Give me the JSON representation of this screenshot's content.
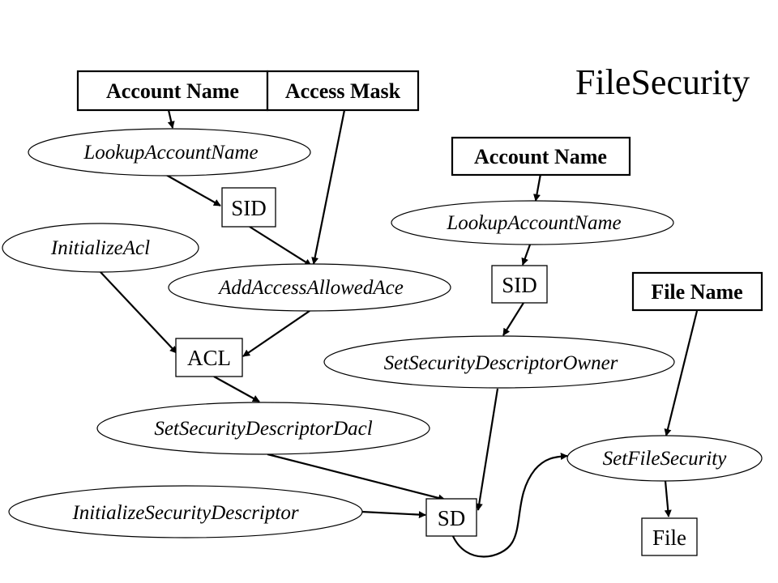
{
  "title": "FileSecurity",
  "inputs": {
    "account_name_1": "Account Name",
    "access_mask": "Access Mask",
    "account_name_2": "Account Name",
    "file_name": "File Name"
  },
  "functions": {
    "lookup_account_name_1": "LookupAccountName",
    "initialize_acl": "InitializeAcl",
    "add_access_allowed_ace": "AddAccessAllowedAce",
    "set_sd_dacl": "SetSecurityDescriptorDacl",
    "initialize_sd": "InitializeSecurityDescriptor",
    "lookup_account_name_2": "LookupAccountName",
    "set_sd_owner": "SetSecurityDescriptorOwner",
    "set_file_security": "SetFileSecurity"
  },
  "values": {
    "sid_1": "SID",
    "acl": "ACL",
    "sd": "SD",
    "sid_2": "SID",
    "file": "File"
  }
}
